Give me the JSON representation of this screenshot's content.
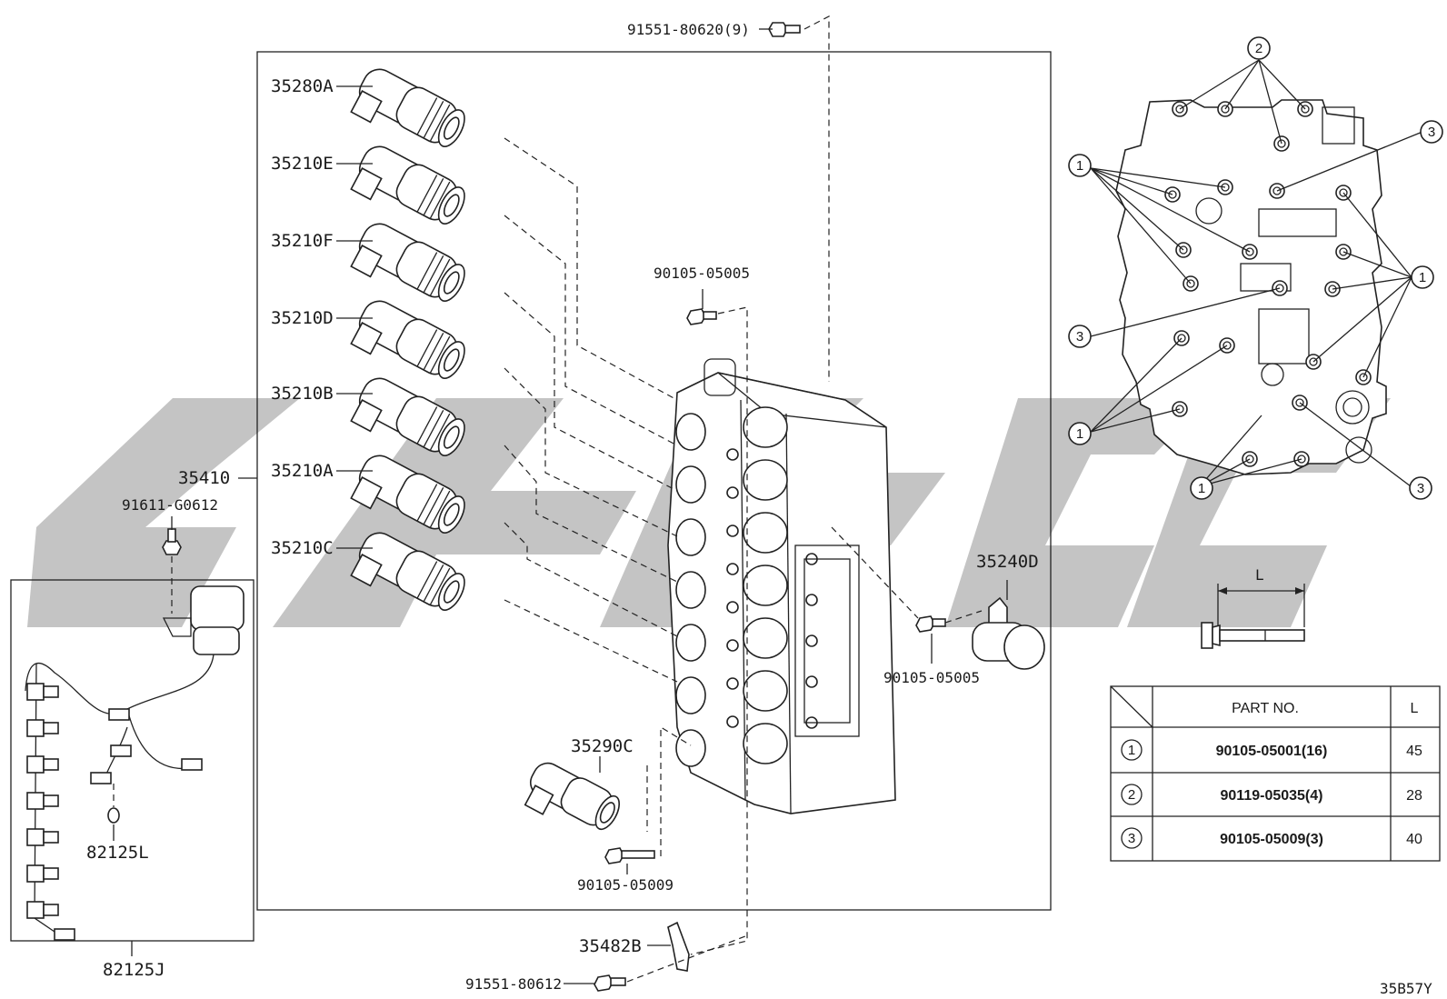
{
  "diagram_code": "35B57Y",
  "assembly_label": "35410",
  "solenoids": [
    "35280A",
    "35210E",
    "35210F",
    "35210D",
    "35210B",
    "35210A",
    "35210C"
  ],
  "bolt_labels": {
    "top_bolt": "91551-80620(9)",
    "center_bolt": "90105-05005",
    "right_bolt": "90105-05005",
    "lower_bolt": "90105-05009",
    "bottom_bolt": "91551-80612",
    "harness_bolt": "91611-G0612"
  },
  "part_labels": {
    "solenoid_lower": "35290C",
    "solenoid_right": "35240D",
    "plate": "35482B",
    "harness_clip": "82125L",
    "harness": "82125J"
  },
  "callouts": {
    "two": "2",
    "one": "1",
    "three": "3"
  },
  "dimension_label": "L",
  "table": {
    "header_part": "PART NO.",
    "header_len": "L",
    "rows": [
      {
        "ref": "1",
        "part": "90105-05001(16)",
        "len": "45"
      },
      {
        "ref": "2",
        "part": "90119-05035(4)",
        "len": "28"
      },
      {
        "ref": "3",
        "part": "90105-05009(3)",
        "len": "40"
      }
    ]
  }
}
